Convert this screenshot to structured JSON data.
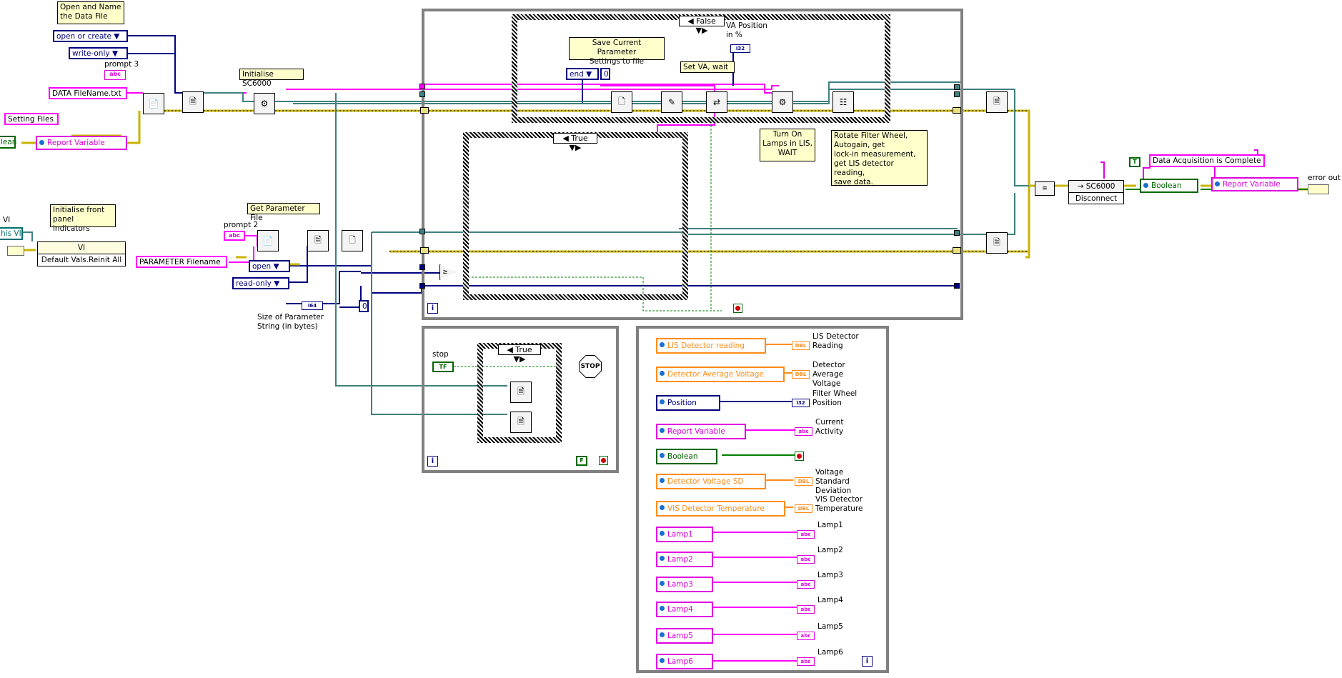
{
  "notes": {
    "open_name": "Open and Name\nthe Data File",
    "init_sc6000": "Initialise SC6000",
    "save_params": "Save Current Parameter\nSettings to file",
    "set_va": "Set VA, wait",
    "turn_on_lamps": "Turn On\nLamps in LIS,\nWAIT",
    "rotate_filter": "Rotate Filter Wheel,\nAutogain, get\nlock-in measurement,\nget LIS detector reading,\nsave data.",
    "init_front": "Initialise front\npanel indicators",
    "get_param_file": "Get Parameter File"
  },
  "labels": {
    "prompt3": "prompt 3",
    "prompt2": "prompt 2",
    "va_position": "VA Position\nin %",
    "size_param": "Size of Parameter\nString (in bytes)",
    "stop": "stop",
    "error_out": "error out",
    "vi_label": "VI"
  },
  "constants": {
    "open_or_create": "open or create",
    "write_only": "write-only",
    "data_filename": "DATA FileName.txt",
    "setting_files": "Setting Files",
    "boolean_cut": "lean",
    "this_vi": "his VI",
    "parameter_filename": "PARAMETER Filename",
    "open": "open",
    "read_only": "read-only",
    "end": "end",
    "zero_a": "0",
    "zero_b": "0",
    "data_acq_complete": "Data Acquisition is Complete",
    "abc": "abc",
    "i32": "I32",
    "i64": "I64",
    "tf": "TF",
    "t": "T",
    "f": "F"
  },
  "cases": {
    "outer_false": "False",
    "inner_true": "True",
    "stop_true": "True"
  },
  "nodes": {
    "default_vals": "Default Vals.Reinit All",
    "vi_text": "VI",
    "sc6000": "SC6000",
    "disconnect": "Disconnect",
    "stop_text": "STOP"
  },
  "property_nodes": {
    "report_variable_top": "Report Variable",
    "boolean_right": "Boolean",
    "report_variable_right": "Report Variable"
  },
  "indicator_panel": {
    "rows": [
      {
        "node": "LIS Detector reading",
        "type": "DBL",
        "label": "LIS Detector\nReading",
        "color": "orange"
      },
      {
        "node": "Detector Average Voltage",
        "type": "DBL",
        "label": "Detector\nAverage\nVoltage",
        "color": "orange"
      },
      {
        "node": "Position",
        "type": "I32",
        "label": "Filter Wheel\nPosition",
        "color": "blue"
      },
      {
        "node": "Report Variable",
        "type": "abc",
        "label": "Current\nActivity",
        "color": "pink"
      },
      {
        "node": "Boolean",
        "type": "LED",
        "label": "",
        "color": "green"
      },
      {
        "node": "Detector Voltage SD",
        "type": "DBL",
        "label": "Voltage\nStandard\nDeviation",
        "color": "orange"
      },
      {
        "node": "VIS Detector Temperature",
        "type": "DBL",
        "label": "VIS Detector\nTemperature",
        "color": "orange"
      },
      {
        "node": "Lamp1",
        "type": "abc",
        "label": "Lamp1",
        "color": "pink"
      },
      {
        "node": "Lamp2",
        "type": "abc",
        "label": "Lamp2",
        "color": "pink"
      },
      {
        "node": "Lamp3",
        "type": "abc",
        "label": "Lamp3",
        "color": "pink"
      },
      {
        "node": "Lamp4",
        "type": "abc",
        "label": "Lamp4",
        "color": "pink"
      },
      {
        "node": "Lamp5",
        "type": "abc",
        "label": "Lamp5",
        "color": "pink"
      },
      {
        "node": "Lamp6",
        "type": "abc",
        "label": "Lamp6",
        "color": "pink"
      }
    ]
  },
  "colors": {
    "wire_pink": "#ff00ff",
    "wire_blue": "#000080",
    "wire_teal": "#408080",
    "wire_error": "#c8b400",
    "wire_green": "#008000",
    "frame_gray": "#808080",
    "orange": "#ff8c1a"
  }
}
